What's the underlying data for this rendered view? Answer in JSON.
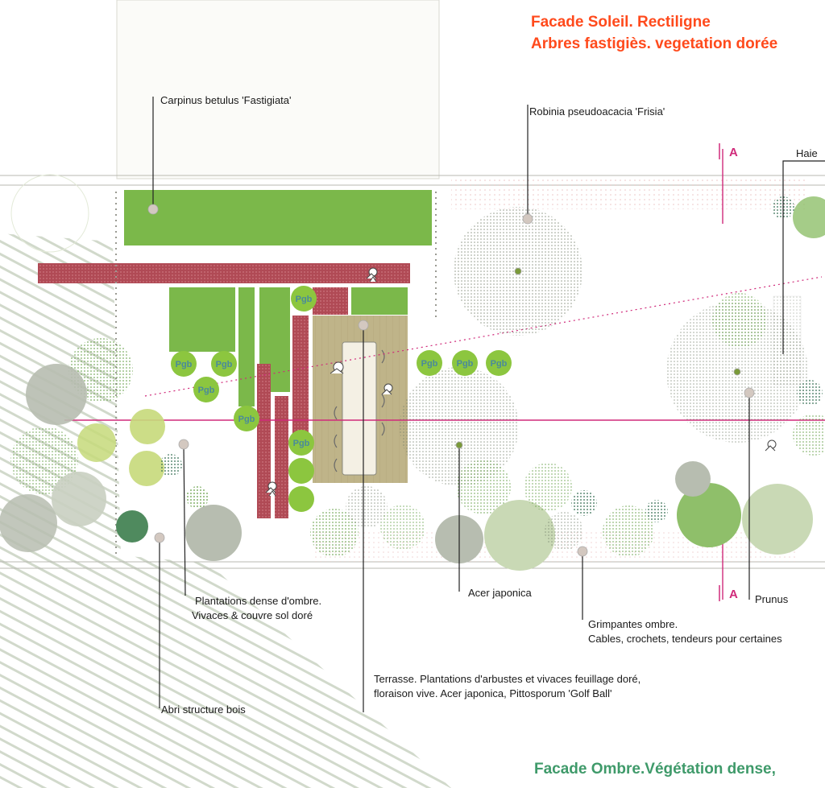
{
  "titles": {
    "sun_line1": "Facade Soleil. Rectiligne",
    "sun_line2": "Arbres fastigiès. vegetation dorée",
    "shade": "Facade Ombre.Végétation dense,"
  },
  "labels": {
    "carpinus": "Carpinus betulus 'Fastigiata'",
    "robinia": "Robinia pseudoacacia 'Frisia'",
    "haie": "Haie",
    "plantations_l1": "Plantations dense d'ombre.",
    "plantations_l2": "Vivaces & couvre sol doré",
    "acer": "Acer japonica",
    "prunus": "Prunus",
    "grimpantes_l1": "Grimpantes ombre.",
    "grimpantes_l2": "Cables, crochets, tendeurs pour certaines",
    "terrasse_l1": "Terrasse. Plantations d'arbustes et vivaces feuillage doré,",
    "terrasse_l2": "floraison vive. Acer japonica, Pittosporum 'Golf Ball'",
    "abri": "Abri structure bois"
  },
  "plant_tag": "Pgb",
  "section_marker": "A",
  "colors": {
    "sun_title": "#ff4a1c",
    "shade_title": "#3f9a6a",
    "lawn": "#7bb84a",
    "brick": "#b04a55",
    "terrace": "#bfb489",
    "section_line": "#d02a7a",
    "leader": "#222222",
    "tree_grey": "#b7bdb0",
    "tree_green": "#7fae5a",
    "tree_dark": "#4f8a5e"
  }
}
